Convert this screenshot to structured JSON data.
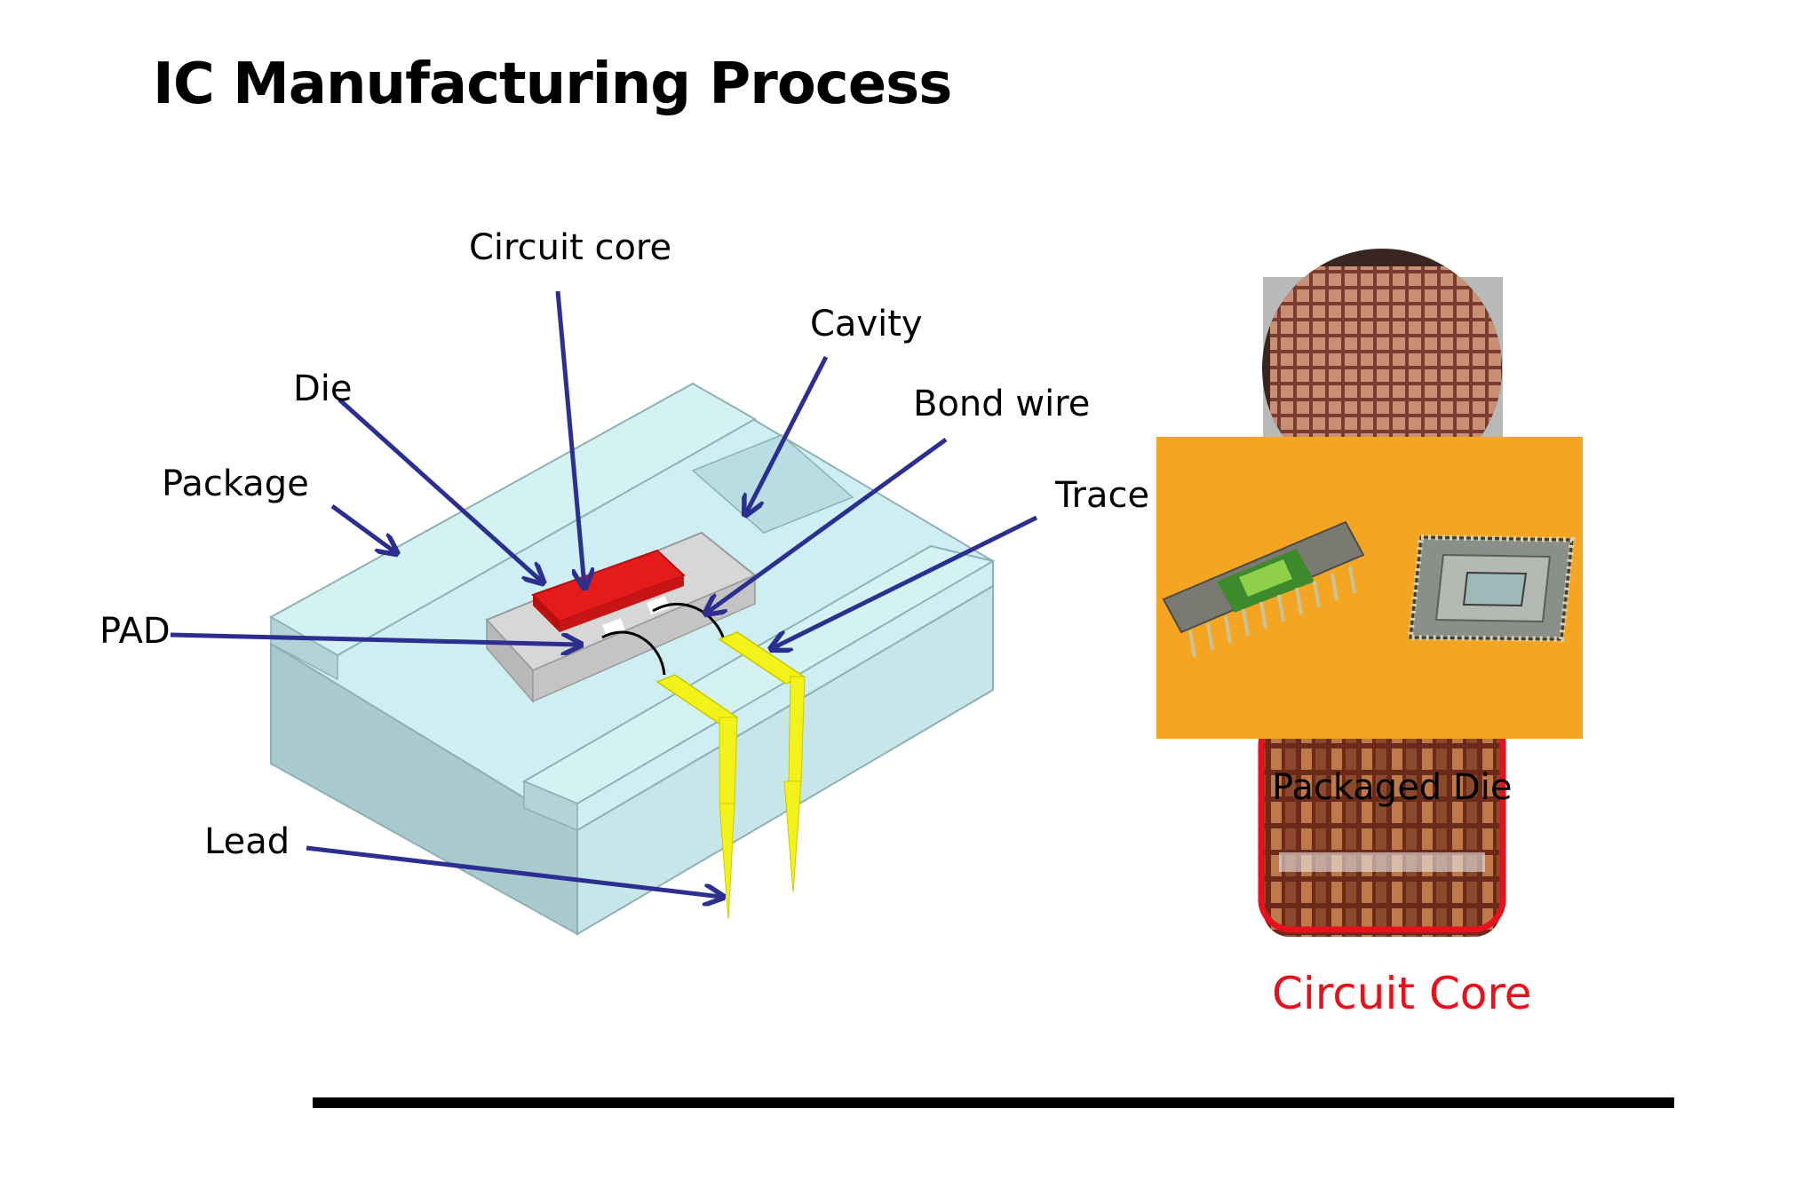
{
  "slide": {
    "title": "IC Manufacturing Process"
  },
  "diagram": {
    "labels": {
      "circuit_core": "Circuit core",
      "cavity": "Cavity",
      "die": "Die",
      "bond_wire": "Bond wire",
      "package": "Package",
      "trace": "Trace",
      "pad": "PAD",
      "lead": "Lead"
    },
    "colors": {
      "arrow": "#2b2f8f",
      "package": "#cdeef2",
      "package_side": "#a8c9cd",
      "die": "#e31b1b",
      "trace": "#f2f21a",
      "pad_base": "#d4d4d4"
    }
  },
  "photos": {
    "packaged_die_label": "Packaged Die",
    "circuit_core_label": "Circuit Core",
    "colors": {
      "wafer_bg": "#b9b9b9",
      "photo_bg": "#f4a623",
      "highlight": "#e8101a"
    }
  }
}
